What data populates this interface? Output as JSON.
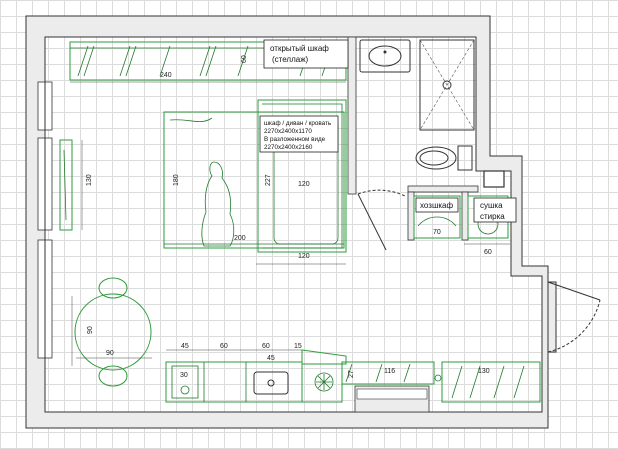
{
  "labels": {
    "shelf_line1": "открытый шкаф",
    "shelf_line2": "(стеллаж)",
    "sofa_line1": "шкаф / диван / кровать",
    "sofa_line2": "2270x2400x1170",
    "sofa_line3": "В разложенном виде",
    "sofa_line4": "2270x2400x2160",
    "storage": "хозшкаф",
    "laundry_line1": "сушка",
    "laundry_line2": "стирка"
  },
  "dimensions": {
    "shelf_width": "240",
    "shelf_depth": "60",
    "tv_length": "130",
    "bed_length": "180",
    "bed_width": "200",
    "sofa_depth": "227",
    "sofa_front": "120",
    "sofa_top": "120",
    "table_depth": "90",
    "table_width": "90",
    "storage_depth": "70",
    "laundry_width": "60",
    "k1": "45",
    "k2": "60",
    "k3": "60",
    "k4": "15",
    "k5": "30",
    "k6": "45",
    "k7": "27",
    "k8": "116",
    "k9": "130"
  },
  "colors": {
    "furniture": "#2e9b3c",
    "wall": "#ececec",
    "wall_outline": "#333333"
  }
}
